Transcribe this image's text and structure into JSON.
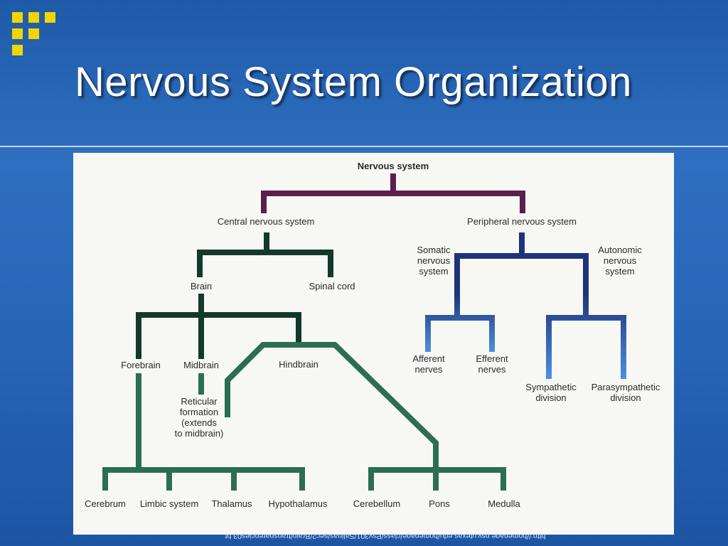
{
  "slide": {
    "title": "Nervous System Organization",
    "source_url": "http://homepage.psy.utexas.edu/homepage/class/Psy301/Salinas/sec2/Brain/transparencies03.ht"
  },
  "colors": {
    "background": "#2766b7",
    "decoration": "#f2d500",
    "root_branch": "#5b1f4d",
    "central_branch": "#13392b",
    "peripheral_branch": "#1f3478",
    "brain_lower_branch": "#2c6e52",
    "blue_gradient_end": "#4d8fe0"
  },
  "diagram": {
    "root": "Nervous system",
    "central": "Central nervous system",
    "peripheral": "Peripheral nervous system",
    "brain": "Brain",
    "spinal_cord": "Spinal cord",
    "somatic": [
      "Somatic",
      "nervous",
      "system"
    ],
    "autonomic": [
      "Autonomic",
      "nervous",
      "system"
    ],
    "forebrain": "Forebrain",
    "midbrain": "Midbrain",
    "hindbrain": "Hindbrain",
    "reticular": [
      "Reticular",
      "formation",
      "(extends",
      "to midbrain)"
    ],
    "afferent": [
      "Afferent",
      "nerves"
    ],
    "efferent": [
      "Efferent",
      "nerves"
    ],
    "sympathetic": [
      "Sympathetic",
      "division"
    ],
    "parasympathetic": [
      "Parasympathetic",
      "division"
    ],
    "cerebrum": "Cerebrum",
    "limbic": "Limbic system",
    "thalamus": "Thalamus",
    "hypothalamus": "Hypothalamus",
    "cerebellum": "Cerebellum",
    "pons": "Pons",
    "medulla": "Medulla"
  }
}
